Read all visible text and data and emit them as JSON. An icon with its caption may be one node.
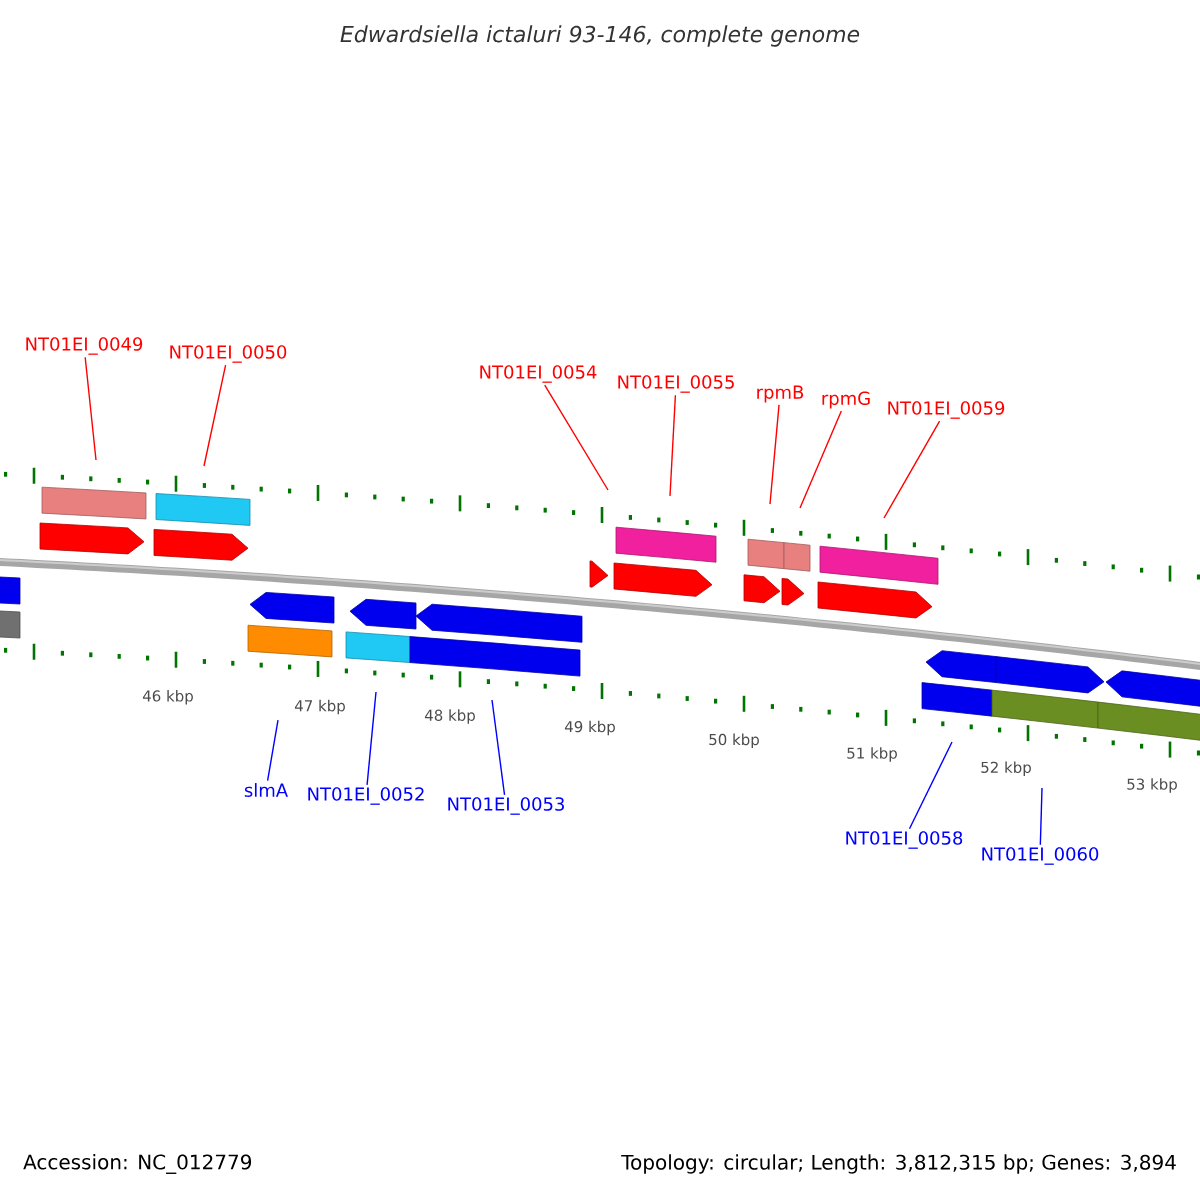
{
  "diagram": {
    "title": "Edwardsiella ictaluri 93-146, complete genome",
    "nodes": [
      {
        "text": [
          "NT01EI_0049"
        ]
      },
      {
        "text": [
          "NT01EI_0050"
        ]
      },
      {
        "text": [
          "NT01EI_0054"
        ]
      },
      {
        "text": [
          "NT01EI_0055"
        ]
      },
      {
        "text": [
          "rpmB"
        ]
      },
      {
        "text": [
          "rpmG"
        ]
      },
      {
        "text": [
          "NT01EI_0059"
        ]
      },
      {
        "text": [
          "slmA"
        ]
      },
      {
        "text": [
          "NT01EI_0052"
        ]
      },
      {
        "text": [
          "NT01EI_0053"
        ]
      },
      {
        "text": [
          "NT01EI_0058"
        ]
      },
      {
        "text": [
          "NT01EI_0060"
        ]
      }
    ],
    "edges": [
      {
        "from": 0,
        "to": null,
        "arrow": "none",
        "color": "#ff0000"
      },
      {
        "from": 1,
        "to": null,
        "arrow": "none",
        "color": "#ff0000"
      },
      {
        "from": 2,
        "to": null,
        "arrow": "none",
        "color": "#ff0000"
      },
      {
        "from": 3,
        "to": null,
        "arrow": "none",
        "color": "#ff0000"
      },
      {
        "from": 4,
        "to": null,
        "arrow": "none",
        "color": "#ff0000"
      },
      {
        "from": 5,
        "to": null,
        "arrow": "none",
        "color": "#ff0000"
      },
      {
        "from": 6,
        "to": null,
        "arrow": "none",
        "color": "#ff0000"
      },
      {
        "from": 7,
        "to": null,
        "arrow": "none",
        "color": "#0000ff"
      },
      {
        "from": 8,
        "to": null,
        "arrow": "none",
        "color": "#0000ff"
      },
      {
        "from": 9,
        "to": null,
        "arrow": "none",
        "color": "#0000ff"
      },
      {
        "from": 10,
        "to": null,
        "arrow": "none",
        "color": "#0000ff"
      },
      {
        "from": 11,
        "to": null,
        "arrow": "none",
        "color": "#0000ff"
      }
    ],
    "labels": [
      "46 kbp",
      "47 kbp",
      "48 kbp",
      "49 kbp",
      "50 kbp",
      "51 kbp",
      "52 kbp",
      "53 kbp",
      "Accession: NC_012779",
      "Topology: circular; Length: 3,812,315 bp; Genes: 3,894"
    ]
  }
}
